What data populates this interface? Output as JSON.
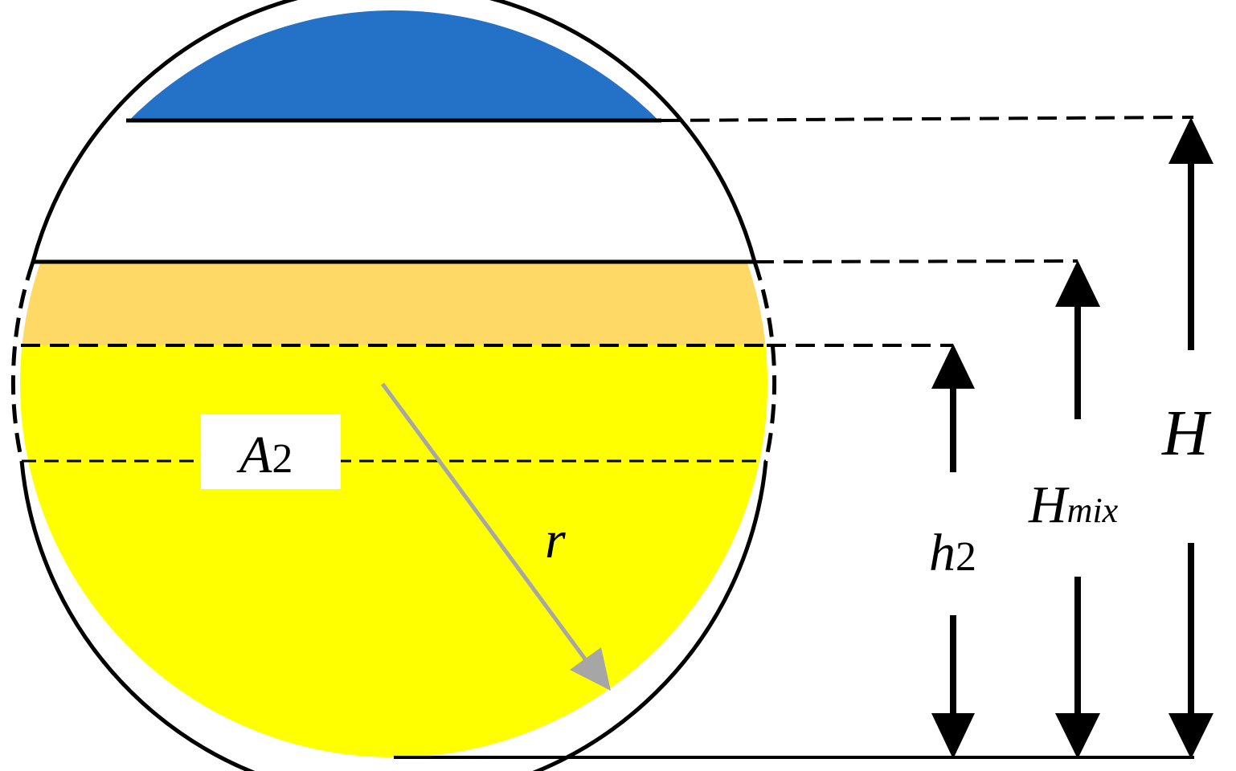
{
  "colors": {
    "top_layer": "#2472C8",
    "middle_layer": "#FFD966",
    "bottom_layer": "#FFFF00",
    "radius_arrow": "#A6A6A6",
    "outline": "#000000",
    "background": "#FFFFFF"
  },
  "labels": {
    "area": {
      "main": "A",
      "sub": "2"
    },
    "radius": "r",
    "h2": {
      "main": "h",
      "sub": "2"
    },
    "hmix": {
      "main": "H",
      "sub": "mix"
    },
    "total_height": "H"
  }
}
